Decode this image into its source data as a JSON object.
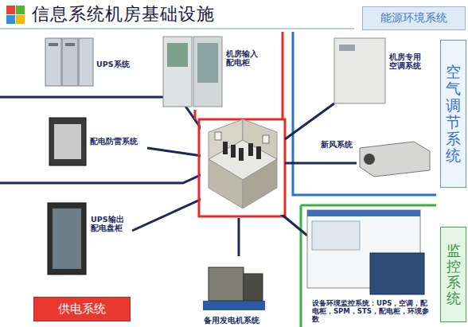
{
  "diagram": {
    "title": "信息系统机房基础设施",
    "nodes": [
      {
        "text": [
          "能源环境系统"
        ]
      },
      {
        "text": [
          "空气调节系统"
        ]
      },
      {
        "text": [
          "监控系统"
        ]
      },
      {
        "text": [
          "供电系统"
        ]
      }
    ],
    "labels": [
      "UPS系统",
      "机房输入配电柜",
      "配电防雷系统",
      "UPS输出配电盘柜",
      "机房专用空调系统",
      "新风系统",
      "备用发电机系统",
      "设备环境监控系统：UPS，空调，配电柜，SPM，STS，配电柜，环境参数"
    ]
  }
}
